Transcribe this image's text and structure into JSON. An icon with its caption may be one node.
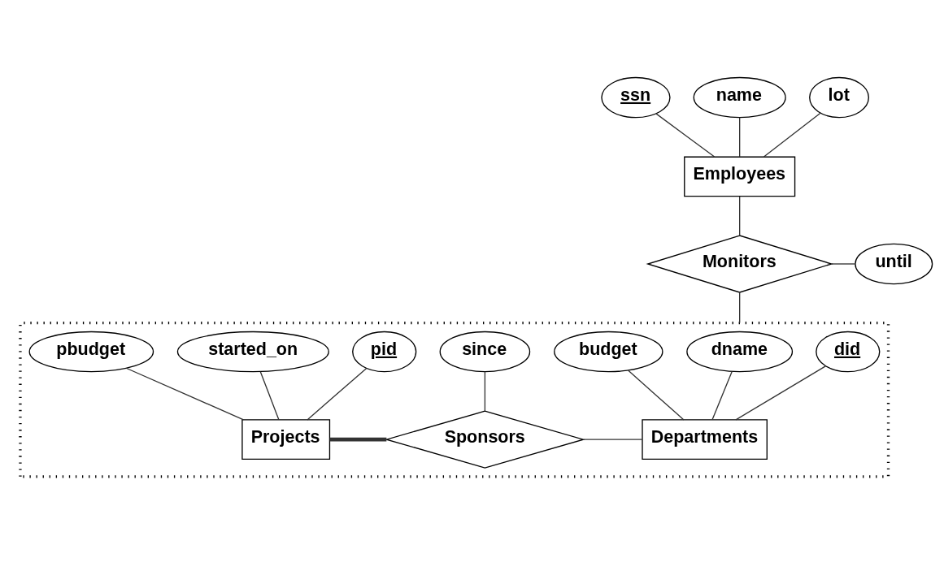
{
  "diagram": {
    "nodes": [
      {
        "text": [
          "ssn"
        ]
      },
      {
        "text": [
          "name"
        ]
      },
      {
        "text": [
          "lot"
        ]
      },
      {
        "text": [
          "Employees"
        ]
      },
      {
        "text": [
          "Monitors"
        ]
      },
      {
        "text": [
          "until"
        ]
      },
      {
        "text": [],
        "shape": "box"
      },
      {
        "text": [
          "pid"
        ],
        "in": 6
      },
      {
        "text": [
          "started_on"
        ],
        "in": 6
      },
      {
        "text": [
          "pbudget"
        ],
        "in": 6
      },
      {
        "text": [
          "since"
        ],
        "in": 6
      },
      {
        "text": [
          "did"
        ],
        "in": 6
      },
      {
        "text": [
          "dname"
        ],
        "in": 6
      },
      {
        "text": [
          "budget"
        ],
        "in": 6
      },
      {
        "text": [
          "Projects"
        ],
        "in": 6
      },
      {
        "text": [
          "Sponsors"
        ],
        "in": 6
      },
      {
        "text": [
          "Departments"
        ],
        "in": 6
      }
    ],
    "edges": [
      {
        "from": 0,
        "to": 3,
        "arrow": "none"
      },
      {
        "from": 1,
        "to": 3,
        "arrow": "none"
      },
      {
        "from": 2,
        "to": 3,
        "arrow": "none"
      },
      {
        "from": 3,
        "to": 4,
        "arrow": "none"
      },
      {
        "from": 4,
        "to": 5,
        "arrow": "none"
      },
      {
        "from": 4,
        "to": 6,
        "arrow": "none"
      },
      {
        "from": 7,
        "to": 14,
        "arrow": "none"
      },
      {
        "from": 8,
        "to": 14,
        "arrow": "none"
      },
      {
        "from": 9,
        "to": 14,
        "arrow": "none"
      },
      {
        "from": 10,
        "to": 15,
        "arrow": "none"
      },
      {
        "from": 11,
        "to": 16,
        "arrow": "none"
      },
      {
        "from": 12,
        "to": 16,
        "arrow": "none"
      },
      {
        "from": 13,
        "to": 16,
        "arrow": "none"
      },
      {
        "from": 14,
        "to": 15,
        "arrow": "none",
        "style": "thick"
      },
      {
        "from": 15,
        "to": 16,
        "arrow": "none"
      }
    ]
  }
}
